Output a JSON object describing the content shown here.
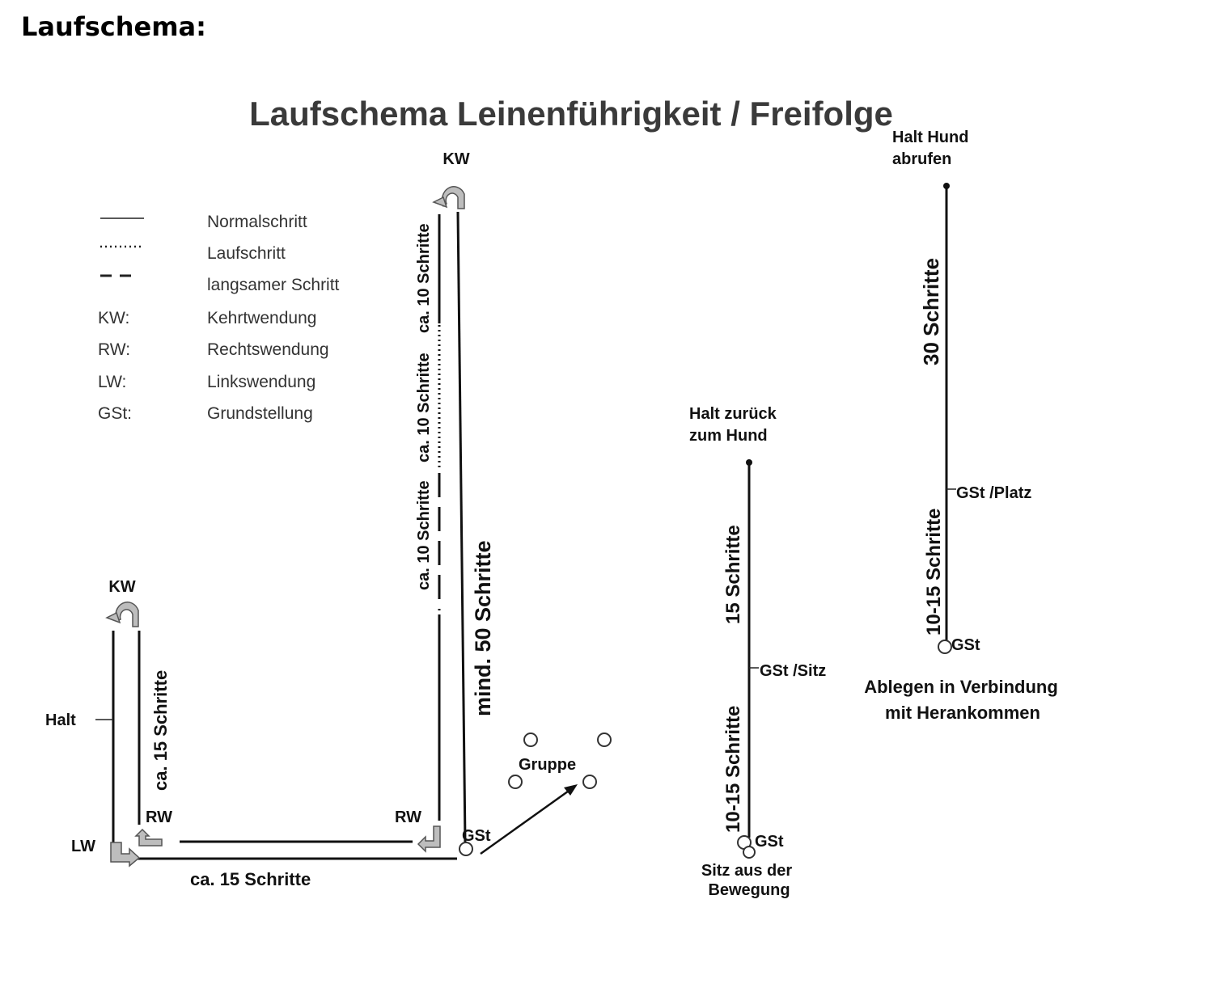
{
  "header": {
    "title": "Laufschema:"
  },
  "diagram": {
    "title": "Laufschema Leinenführigkeit / Freifolge",
    "legend": [
      {
        "symbol": "solid-line",
        "label": "Normalschritt"
      },
      {
        "symbol": "dotted-line",
        "label": "Laufschritt"
      },
      {
        "symbol": "dashed-line",
        "label": "langsamer Schritt"
      },
      {
        "symbol": "KW:",
        "label": "Kehrtwendung"
      },
      {
        "symbol": "RW:",
        "label": "Rechtswendung"
      },
      {
        "symbol": "LW:",
        "label": "Linkswendung"
      },
      {
        "symbol": "GSt:",
        "label": "Grundstellung"
      }
    ],
    "labels": {
      "kw_top": "KW",
      "kw_left": "KW",
      "halt": "Halt",
      "lw": "LW",
      "rw_left": "RW",
      "rw_right": "RW",
      "gst_main": "GSt",
      "gruppe": "Gruppe",
      "ca15_horizontal": "ca.  15 Schritte",
      "ca15_vertical": "ca. 15 Schritte",
      "mind50": "mind. 50 Schritte",
      "ca10_top": "ca. 10 Schritte",
      "ca10_mid": "ca. 10 Schritte",
      "ca10_bottom": "ca. 10 Schritte",
      "sitz_halt_1": "Halt zurück",
      "sitz_halt_2": "zum Hund",
      "sitz_15": "15 Schritte",
      "sitz_gst_sitz": "GSt /Sitz",
      "sitz_1015": "10-15 Schritte",
      "sitz_gst": "GSt",
      "sitz_caption_1": "Sitz aus der",
      "sitz_caption_2": "Bewegung",
      "platz_halt_1": "Halt Hund",
      "platz_halt_2": "abrufen",
      "platz_30": "30 Schritte",
      "platz_gst_platz": "GSt /Platz",
      "platz_1015": "10-15 Schritte",
      "platz_gst": "GSt",
      "platz_caption_1": "Ablegen in Verbindung",
      "platz_caption_2": "mit Herankommen"
    }
  }
}
